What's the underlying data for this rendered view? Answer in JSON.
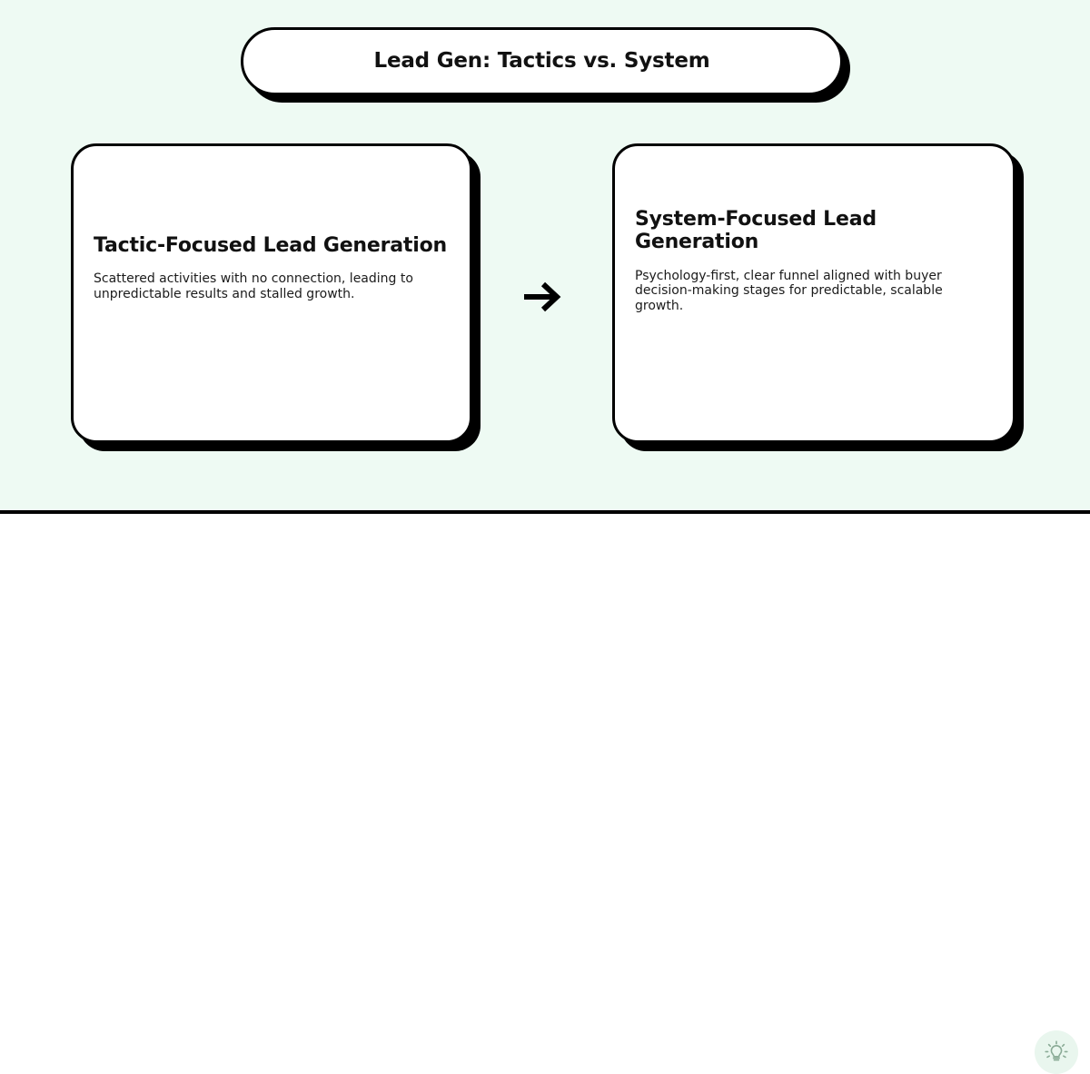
{
  "slide": {
    "title": "Lead Gen: Tactics vs. System",
    "background_color": "#eefaf3",
    "card_background_color": "#ffffff",
    "border_color": "#000000",
    "shadow_color": "#000000",
    "footer_background_color": "#ffffff",
    "badge_icon_color": "#8aab96"
  },
  "cards": [
    {
      "title": "Tactic-Focused Lead Generation",
      "body": "Scattered activities with no connection, leading to unpredictable results and stalled growth."
    },
    {
      "title": "System-Focused Lead Generation",
      "body": "Psychology-first, clear funnel aligned with buyer decision-making stages for predictable, scalable growth."
    }
  ],
  "connector": {
    "icon": "arrow-right-icon",
    "glyph": "→"
  },
  "footer": {
    "badge_icon": "lightbulb-icon"
  }
}
